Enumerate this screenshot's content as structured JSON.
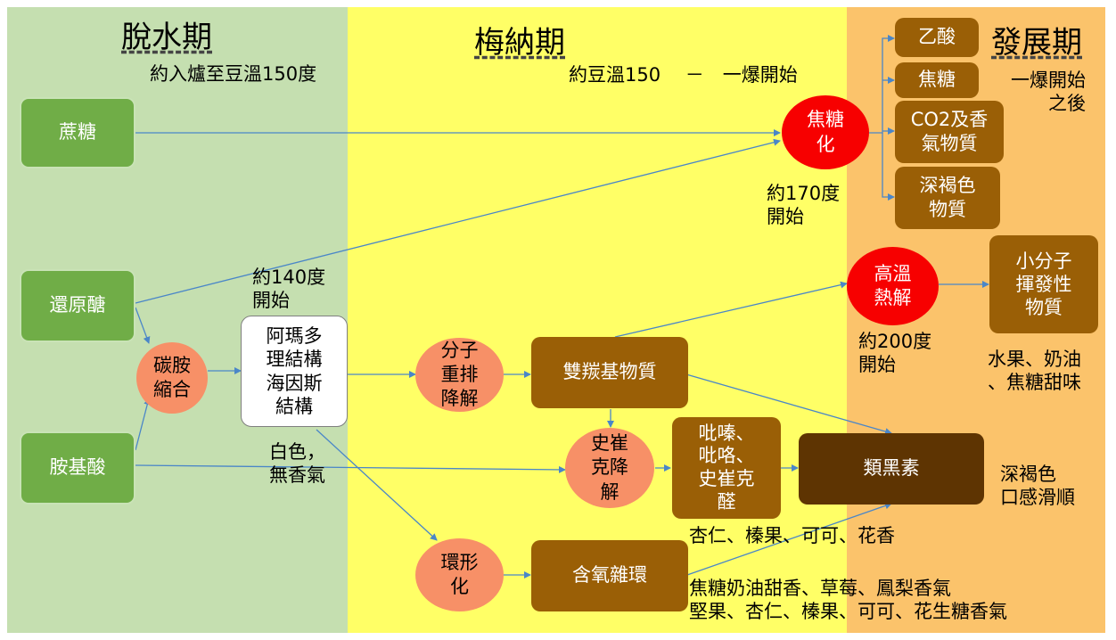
{
  "phases": {
    "dehydration": {
      "title": "脫水期",
      "subtitle": "約入爐至豆溫150度"
    },
    "maillard": {
      "title": "梅納期",
      "subtitle": "約豆溫150 　－　一爆開始"
    },
    "development": {
      "title": "發展期",
      "subtitle": "一爆開始\n之後"
    }
  },
  "nodes": {
    "sucrose": "蔗糖",
    "reducing_sugar": "還原醣",
    "amino_acid": "胺基酸",
    "carbonyl_amine": "碳胺\n縮合",
    "amadori": "阿瑪多\n理結構\n海因斯\n結構",
    "rearrangement": "分子\n重排\n降解",
    "dicarbonyl": "雙羰基物質",
    "strecker": "史崔\n克降\n解",
    "heterocycles_n": "吡嗪、\n吡咯、\n史崔克\n醛",
    "melanoidin": "類黑素",
    "cyclization": "環形\n化",
    "oxygen_hetero": "含氧雜環",
    "caramelization": "焦糖\n化",
    "pyrolysis": "高溫\n熱解",
    "acetic_acid": "乙酸",
    "caramel": "焦糖",
    "co2_aroma": "CO2及香\n氣物質",
    "dark_brown": "深褐色\n物質",
    "volatile": "小分子\n揮發性\n物質"
  },
  "notes": {
    "t140": "約140度\n開始",
    "t170": "約170度\n開始",
    "t200": "約200度\n開始",
    "amadori_desc": "白色，\n無香氣",
    "volatile_desc": "水果、奶油\n、焦糖甜味",
    "melanoidin_desc": "深褐色\n口感滑順",
    "heterocycles_desc": "杏仁、榛果、可可、花香",
    "oxygen_desc": "焦糖奶油甜香、草莓、鳳梨香氣\n堅果、杏仁、榛果、可可、花生糖香氣"
  },
  "colors": {
    "dehydration_bg": "#c5dfb0",
    "maillard_bg": "#ffff66",
    "development_bg": "#fbc36b",
    "green_box": "#70ad47",
    "brown_box": "#9a5f06",
    "dark_box": "#5e3402",
    "salmon_circle": "#f79067",
    "red_circle": "#f70000",
    "arrow": "#4a86c8"
  }
}
